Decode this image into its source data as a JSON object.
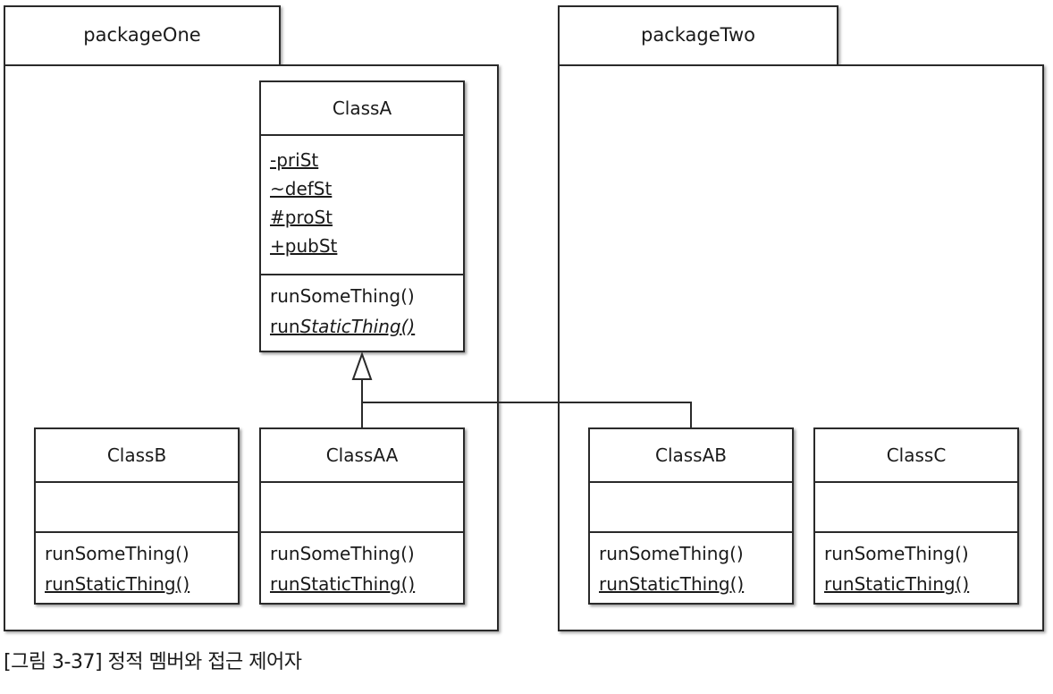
{
  "packages": {
    "one": {
      "name": "packageOne"
    },
    "two": {
      "name": "packageTwo"
    }
  },
  "classes": {
    "classA": {
      "name": "ClassA",
      "attributes": [
        "-priSt",
        "~defSt",
        "#proSt",
        "+pubSt"
      ],
      "op1": "runSomeThing()",
      "op2_prefix": "run",
      "op2_rest": "StaticThing()"
    },
    "classB": {
      "name": "ClassB",
      "op1": "runSomeThing()",
      "op2": "runStaticThing()"
    },
    "classAA": {
      "name": "ClassAA",
      "op1": "runSomeThing()",
      "op2": "runStaticThing()"
    },
    "classAB": {
      "name": "ClassAB",
      "op1": "runSomeThing()",
      "op2": "runStaticThing()"
    },
    "classC": {
      "name": "ClassC",
      "op1": "runSomeThing()",
      "op2": "runStaticThing()"
    }
  },
  "caption": "[그림 3-37] 정적 멤버와 접근 제어자"
}
